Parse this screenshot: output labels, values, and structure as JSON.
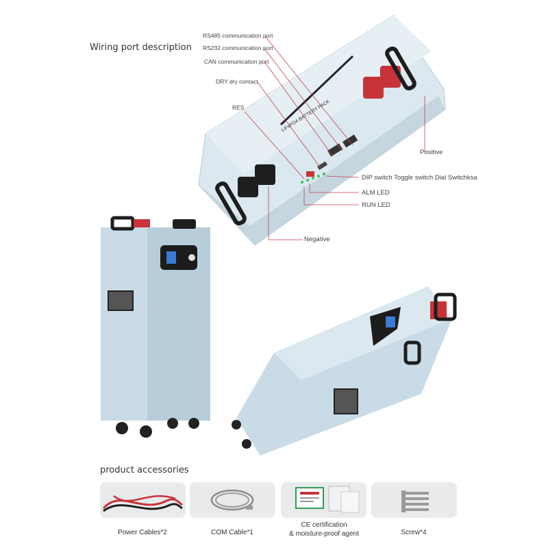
{
  "wiring": {
    "title": "Wiring port description",
    "product_label": "LiFePO4 BATTERY PACK",
    "callouts": {
      "rs485": "RS485 communication port",
      "rs232": "RS232 communication port",
      "can": "CAN communication port",
      "dry": "DRY dry contact",
      "res": "RES",
      "positive": "Positive",
      "dip": "DIP switch Toggle switch Dial Switchksa",
      "alm": "ALM LED",
      "run": "RUN LED",
      "negative": "Negative"
    }
  },
  "accessories": {
    "title": "product accessories",
    "items": [
      {
        "label": "Power Cables*2"
      },
      {
        "label": "COM Cable*1"
      },
      {
        "label_line1": "CE certification",
        "label_line2": "& moisture-proof agent"
      },
      {
        "label": "Screw*4"
      }
    ]
  },
  "colors": {
    "battery_body": "#cfe0ea",
    "terminal_red": "#c8333a",
    "handle_black": "#1e1e1e",
    "callout_line": "#c0404a"
  }
}
